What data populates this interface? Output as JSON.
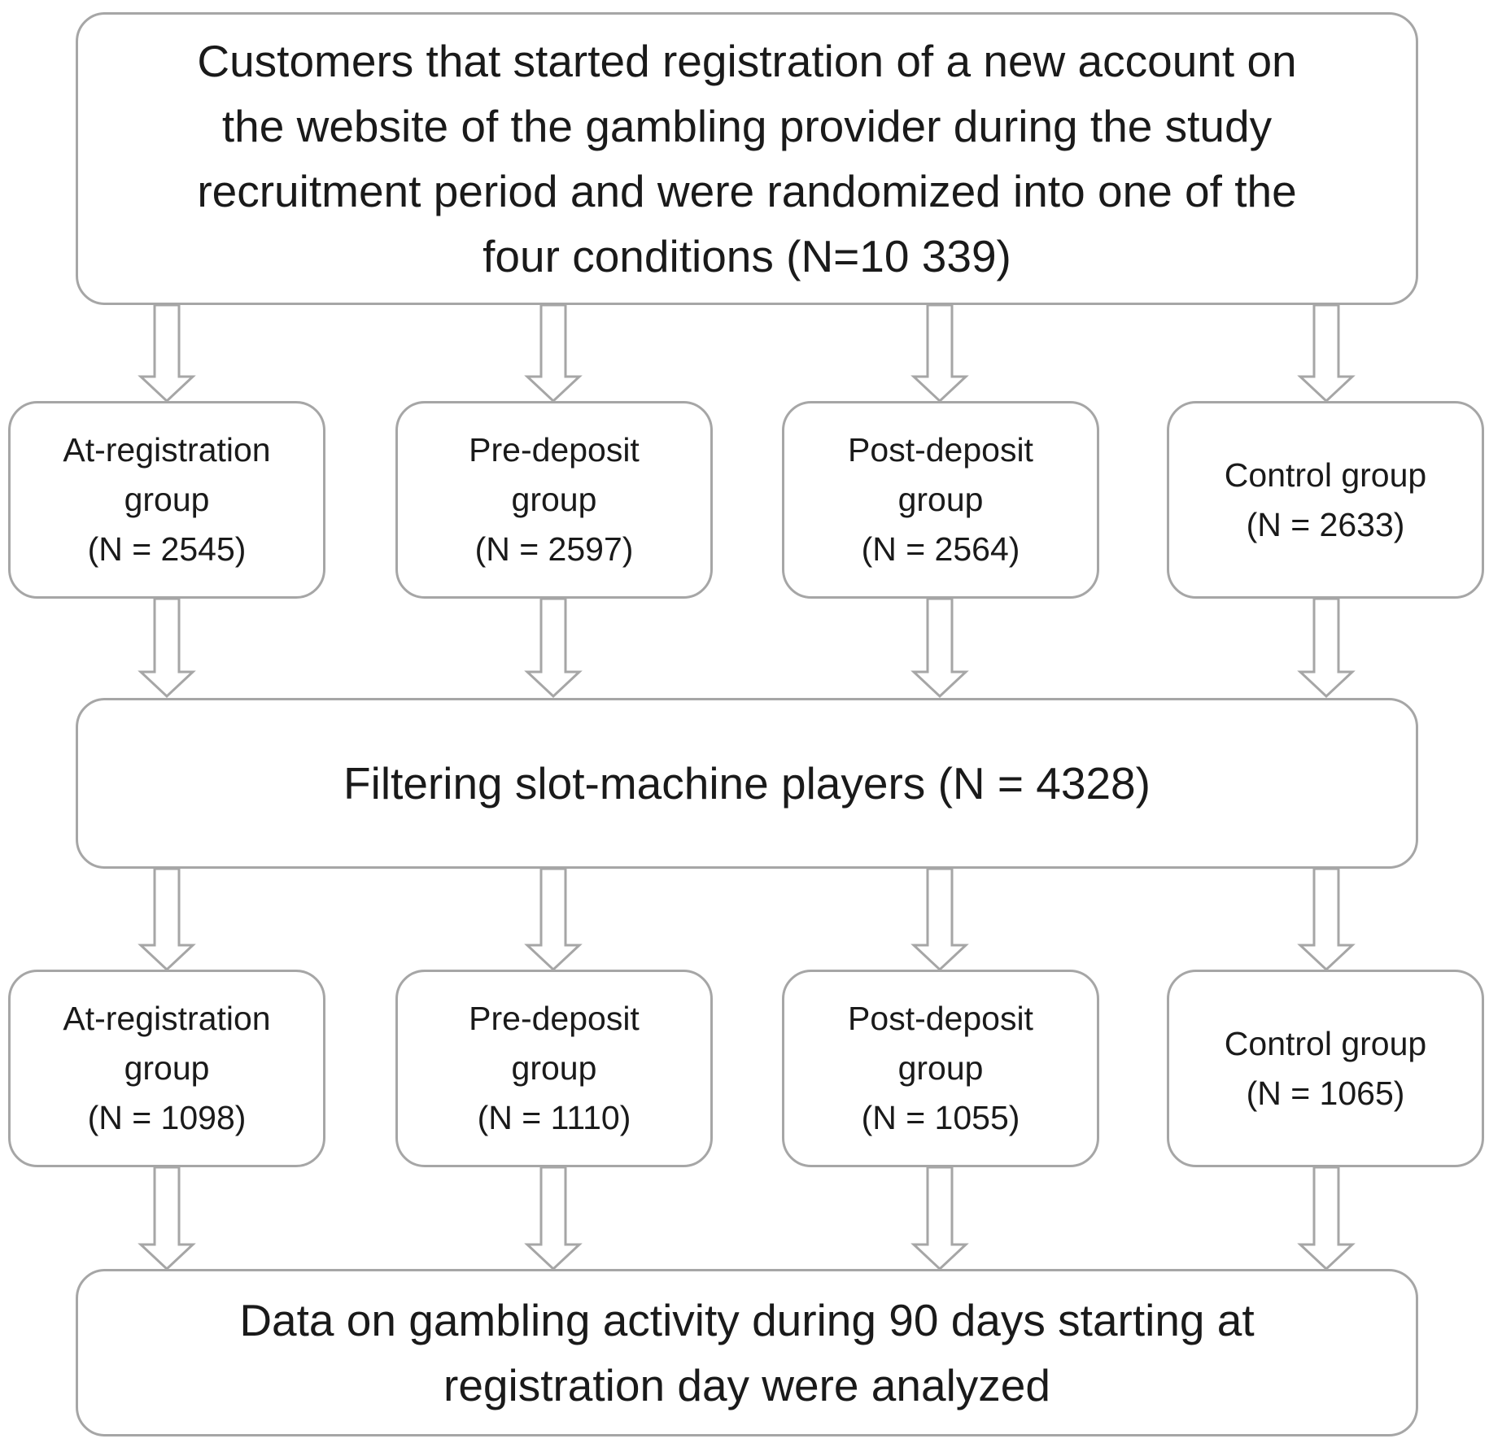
{
  "top": {
    "lines": [
      "Customers that started registration of a new account on",
      "the website of the gambling provider during the study",
      "recruitment period and were randomized into one of the",
      "four conditions (N=10 339)"
    ]
  },
  "groups_before": [
    {
      "line1": "At-registration",
      "line2": "group",
      "line3": "(N = 2545)"
    },
    {
      "line1": "Pre-deposit",
      "line2": "group",
      "line3": "(N = 2597)"
    },
    {
      "line1": "Post-deposit",
      "line2": "group",
      "line3": "(N = 2564)"
    },
    {
      "line1": "Control group",
      "line2": "(N = 2633)"
    }
  ],
  "filter": {
    "label": "Filtering slot-machine players (N = 4328)"
  },
  "groups_after": [
    {
      "line1": "At-registration",
      "line2": "group",
      "line3": "(N = 1098)"
    },
    {
      "line1": "Pre-deposit",
      "line2": "group",
      "line3": "(N = 1110)"
    },
    {
      "line1": "Post-deposit",
      "line2": "group",
      "line3": "(N = 1055)"
    },
    {
      "line1": "Control group",
      "line2": "(N = 1065)"
    }
  ],
  "bottom": {
    "lines": [
      "Data on gambling activity during 90 days starting at",
      "registration day were analyzed"
    ]
  }
}
